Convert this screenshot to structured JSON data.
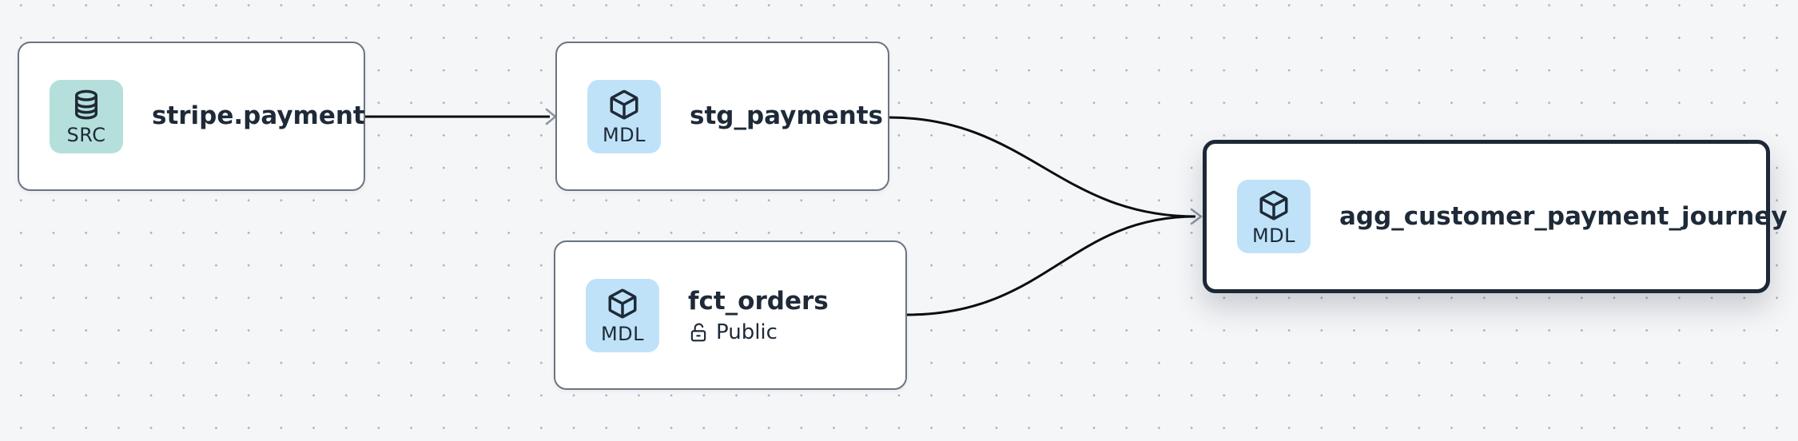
{
  "canvas": {
    "background_color": "#f5f6f8",
    "dot_color": "#a9afbb",
    "edge_color": "#0b0d10",
    "arrowhead_color": "#8d95a2"
  },
  "nodes": [
    {
      "id": "stripe.payment",
      "label": "stripe.payment",
      "type": "source",
      "badge": {
        "label": "SRC",
        "icon": "database",
        "bg": "#b5dfdb"
      },
      "selected": false
    },
    {
      "id": "stg_payments",
      "label": "stg_payments",
      "type": "model",
      "badge": {
        "label": "MDL",
        "icon": "cube",
        "bg": "#bfe2f8"
      },
      "selected": false
    },
    {
      "id": "fct_orders",
      "label": "fct_orders",
      "type": "model",
      "badge": {
        "label": "MDL",
        "icon": "cube",
        "bg": "#bfe2f8"
      },
      "access": {
        "icon": "lock-open",
        "label": "Public"
      },
      "selected": false
    },
    {
      "id": "agg_customer_payment_journey",
      "label": "agg_customer_payment_journey",
      "type": "model",
      "badge": {
        "label": "MDL",
        "icon": "cube",
        "bg": "#bfe2f8"
      },
      "selected": true
    }
  ],
  "edges": [
    {
      "from": "stripe.payment",
      "to": "stg_payments"
    },
    {
      "from": "stg_payments",
      "to": "agg_customer_payment_journey"
    },
    {
      "from": "fct_orders",
      "to": "agg_customer_payment_journey"
    }
  ]
}
